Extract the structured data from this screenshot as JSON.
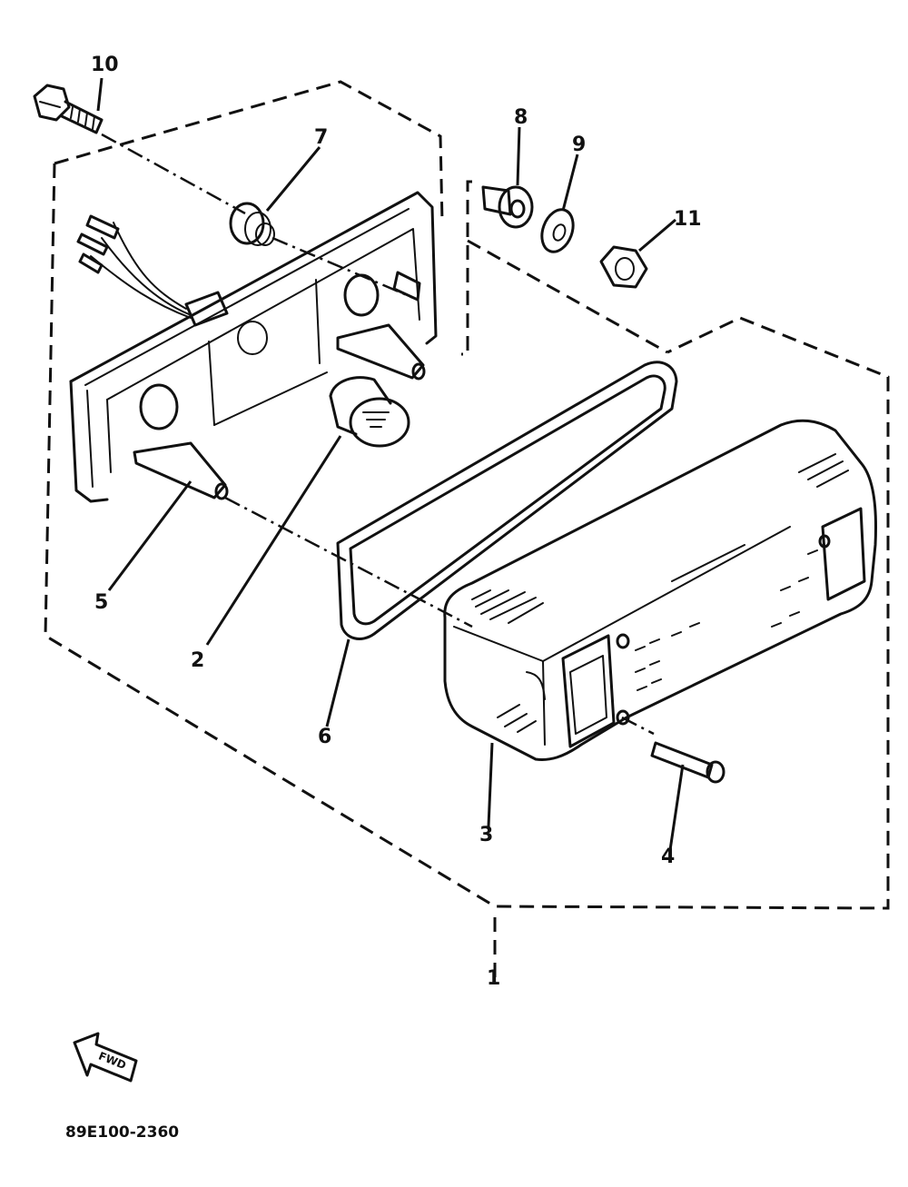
{
  "diagram": {
    "callouts": {
      "c1": "1",
      "c2": "2",
      "c3": "3",
      "c4": "4",
      "c5": "5",
      "c6": "6",
      "c7": "7",
      "c8": "8",
      "c9": "9",
      "c10": "10",
      "c11": "11"
    },
    "fwd_label": "FWD",
    "figure_code": "89E100-2360"
  }
}
